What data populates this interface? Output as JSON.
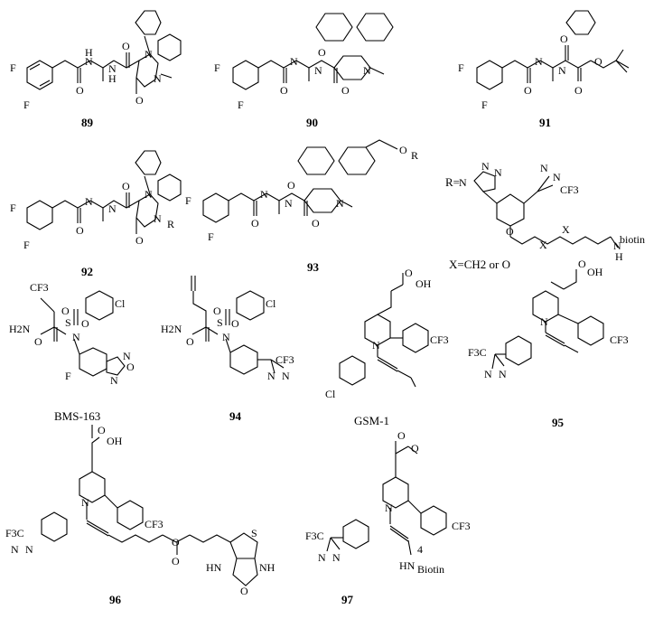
{
  "labels": {
    "c89": "89",
    "c90": "90",
    "c91": "91",
    "c92": "92",
    "c93": "93",
    "c94": "94",
    "c95": "95",
    "c96": "96",
    "c97": "97",
    "bms": "BMS-163",
    "gsm": "GSM-1"
  },
  "atoms": {
    "F": "F",
    "N": "N",
    "H": "H",
    "O": "O",
    "R": "R",
    "S": "S",
    "X": "X",
    "Cl": "Cl",
    "CF3": "CF3",
    "F3C": "F3C",
    "H2N": "H2N",
    "HN": "HN",
    "NH": "NH",
    "OH": "OH",
    "biotin": "biotin",
    "Biotin": "Biotin",
    "four": "4",
    "R_eq": "R=",
    "x_def": "X=CH2 or O"
  }
}
